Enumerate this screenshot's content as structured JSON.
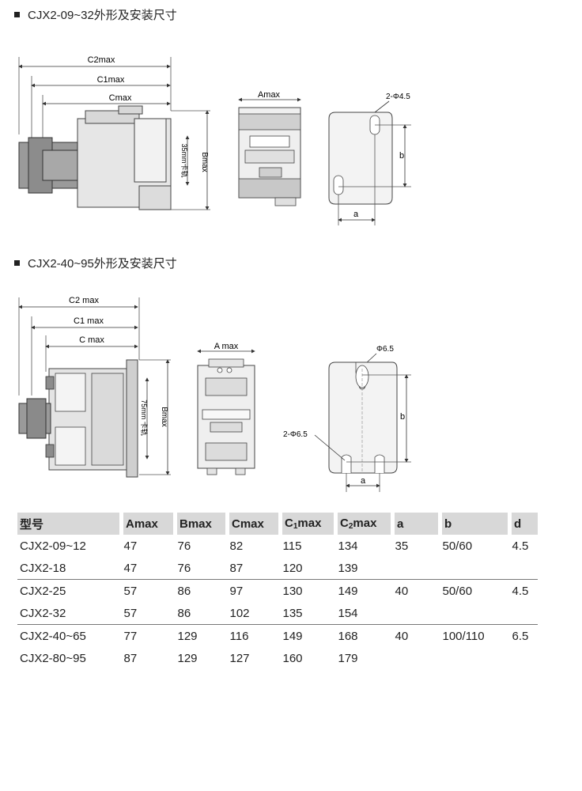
{
  "section1": {
    "title": "CJX2-09~32外形及安装尺寸",
    "labels": {
      "c2max": "C2max",
      "c1max": "C1max",
      "cmax": "Cmax",
      "bmax": "Bmax",
      "rail": "35mm卡轨",
      "amax": "Amax",
      "hole": "2-Φ4.5",
      "b": "b",
      "a": "a"
    }
  },
  "section2": {
    "title": "CJX2-40~95外形及安装尺寸",
    "labels": {
      "c2max": "C2 max",
      "c1max": "C1 max",
      "cmax": "C max",
      "bmax": "Bmax",
      "rail": "75mm 卡轨",
      "amax": "A max",
      "hole_top": "Φ6.5",
      "hole": "2-Φ6.5",
      "b": "b",
      "a": "a"
    }
  },
  "table": {
    "headers": [
      "型号",
      "Amax",
      "Bmax",
      "Cmax",
      "C",
      "max",
      "C",
      "max",
      "a",
      "b",
      "d"
    ],
    "header_subs": {
      "c1": "1",
      "c2": "2"
    },
    "rows": [
      [
        "CJX2-09~12",
        "47",
        "76",
        "82",
        "115",
        "134",
        "35",
        "50/60",
        "4.5"
      ],
      [
        "CJX2-18",
        "47",
        "76",
        "87",
        "120",
        "139",
        "",
        "",
        ""
      ],
      [
        "CJX2-25",
        "57",
        "86",
        "97",
        "130",
        "149",
        "40",
        "50/60",
        "4.5"
      ],
      [
        "CJX2-32",
        "57",
        "86",
        "102",
        "135",
        "154",
        "",
        "",
        ""
      ],
      [
        "CJX2-40~65",
        "77",
        "129",
        "116",
        "149",
        "168",
        "40",
        "100/110",
        "6.5"
      ],
      [
        "CJX2-80~95",
        "87",
        "129",
        "127",
        "160",
        "179",
        "",
        "",
        ""
      ]
    ]
  }
}
